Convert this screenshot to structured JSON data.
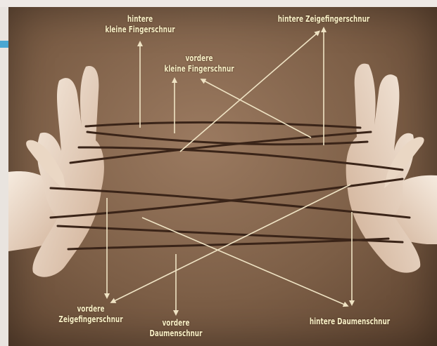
{
  "labels": {
    "hintere_kleine_fingerschnur": "hintere\nkleine Fingerschnur",
    "vordere_kleine_fingerschnur": "vordere\nkleine Fingerschnur",
    "hintere_zeigefingerschnur": "hintere Zeigefingerschnur",
    "vordere_zeigefingerschnur": "vordere\nZeigefingerschnur",
    "vordere_daumenschnur": "vordere\nDaumenschnur",
    "hintere_daumenschnur": "hintere Daumenschnur"
  },
  "colors": {
    "label_text": "#f7efc6",
    "arrow": "#efe3c4",
    "string": "#3a2418",
    "skin_light": "#f1e3d3",
    "skin_shadow": "#c7a68c",
    "accent_bar": "#4aa7d2"
  },
  "icons": {
    "arrow": "arrow-icon"
  }
}
